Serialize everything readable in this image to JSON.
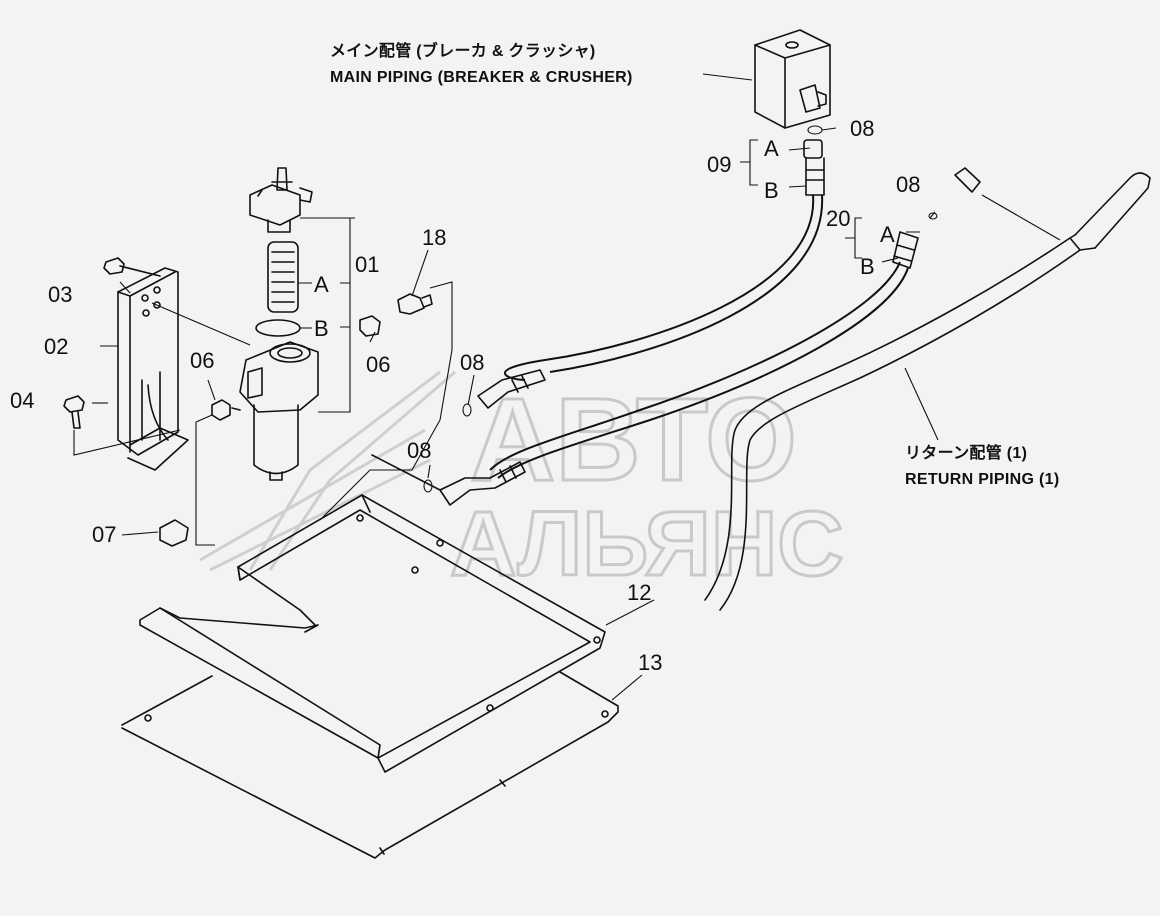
{
  "notes": {
    "main_jp": "メイン配管 (ブレーカ & クラッシャ)",
    "main_en": "MAIN PIPING (BREAKER & CRUSHER)",
    "return_jp": "リターン配管 (1)",
    "return_en": "RETURN PIPING (1)"
  },
  "watermark": {
    "line1": "АВТО",
    "line2": "АЛЬЯНС"
  },
  "labels": {
    "p01": "01",
    "p01a": "A",
    "p01b": "B",
    "p02": "02",
    "p03": "03",
    "p04": "04",
    "p06_left": "06",
    "p06_right": "06",
    "p07": "07",
    "p08_top": "08",
    "p08_right": "08",
    "p08_mid": "08",
    "p08_low": "08",
    "p09": "09",
    "p09a": "A",
    "p09b": "B",
    "p12": "12",
    "p13": "13",
    "p18": "18",
    "p20": "20",
    "p20a": "A",
    "p20b": "B"
  }
}
